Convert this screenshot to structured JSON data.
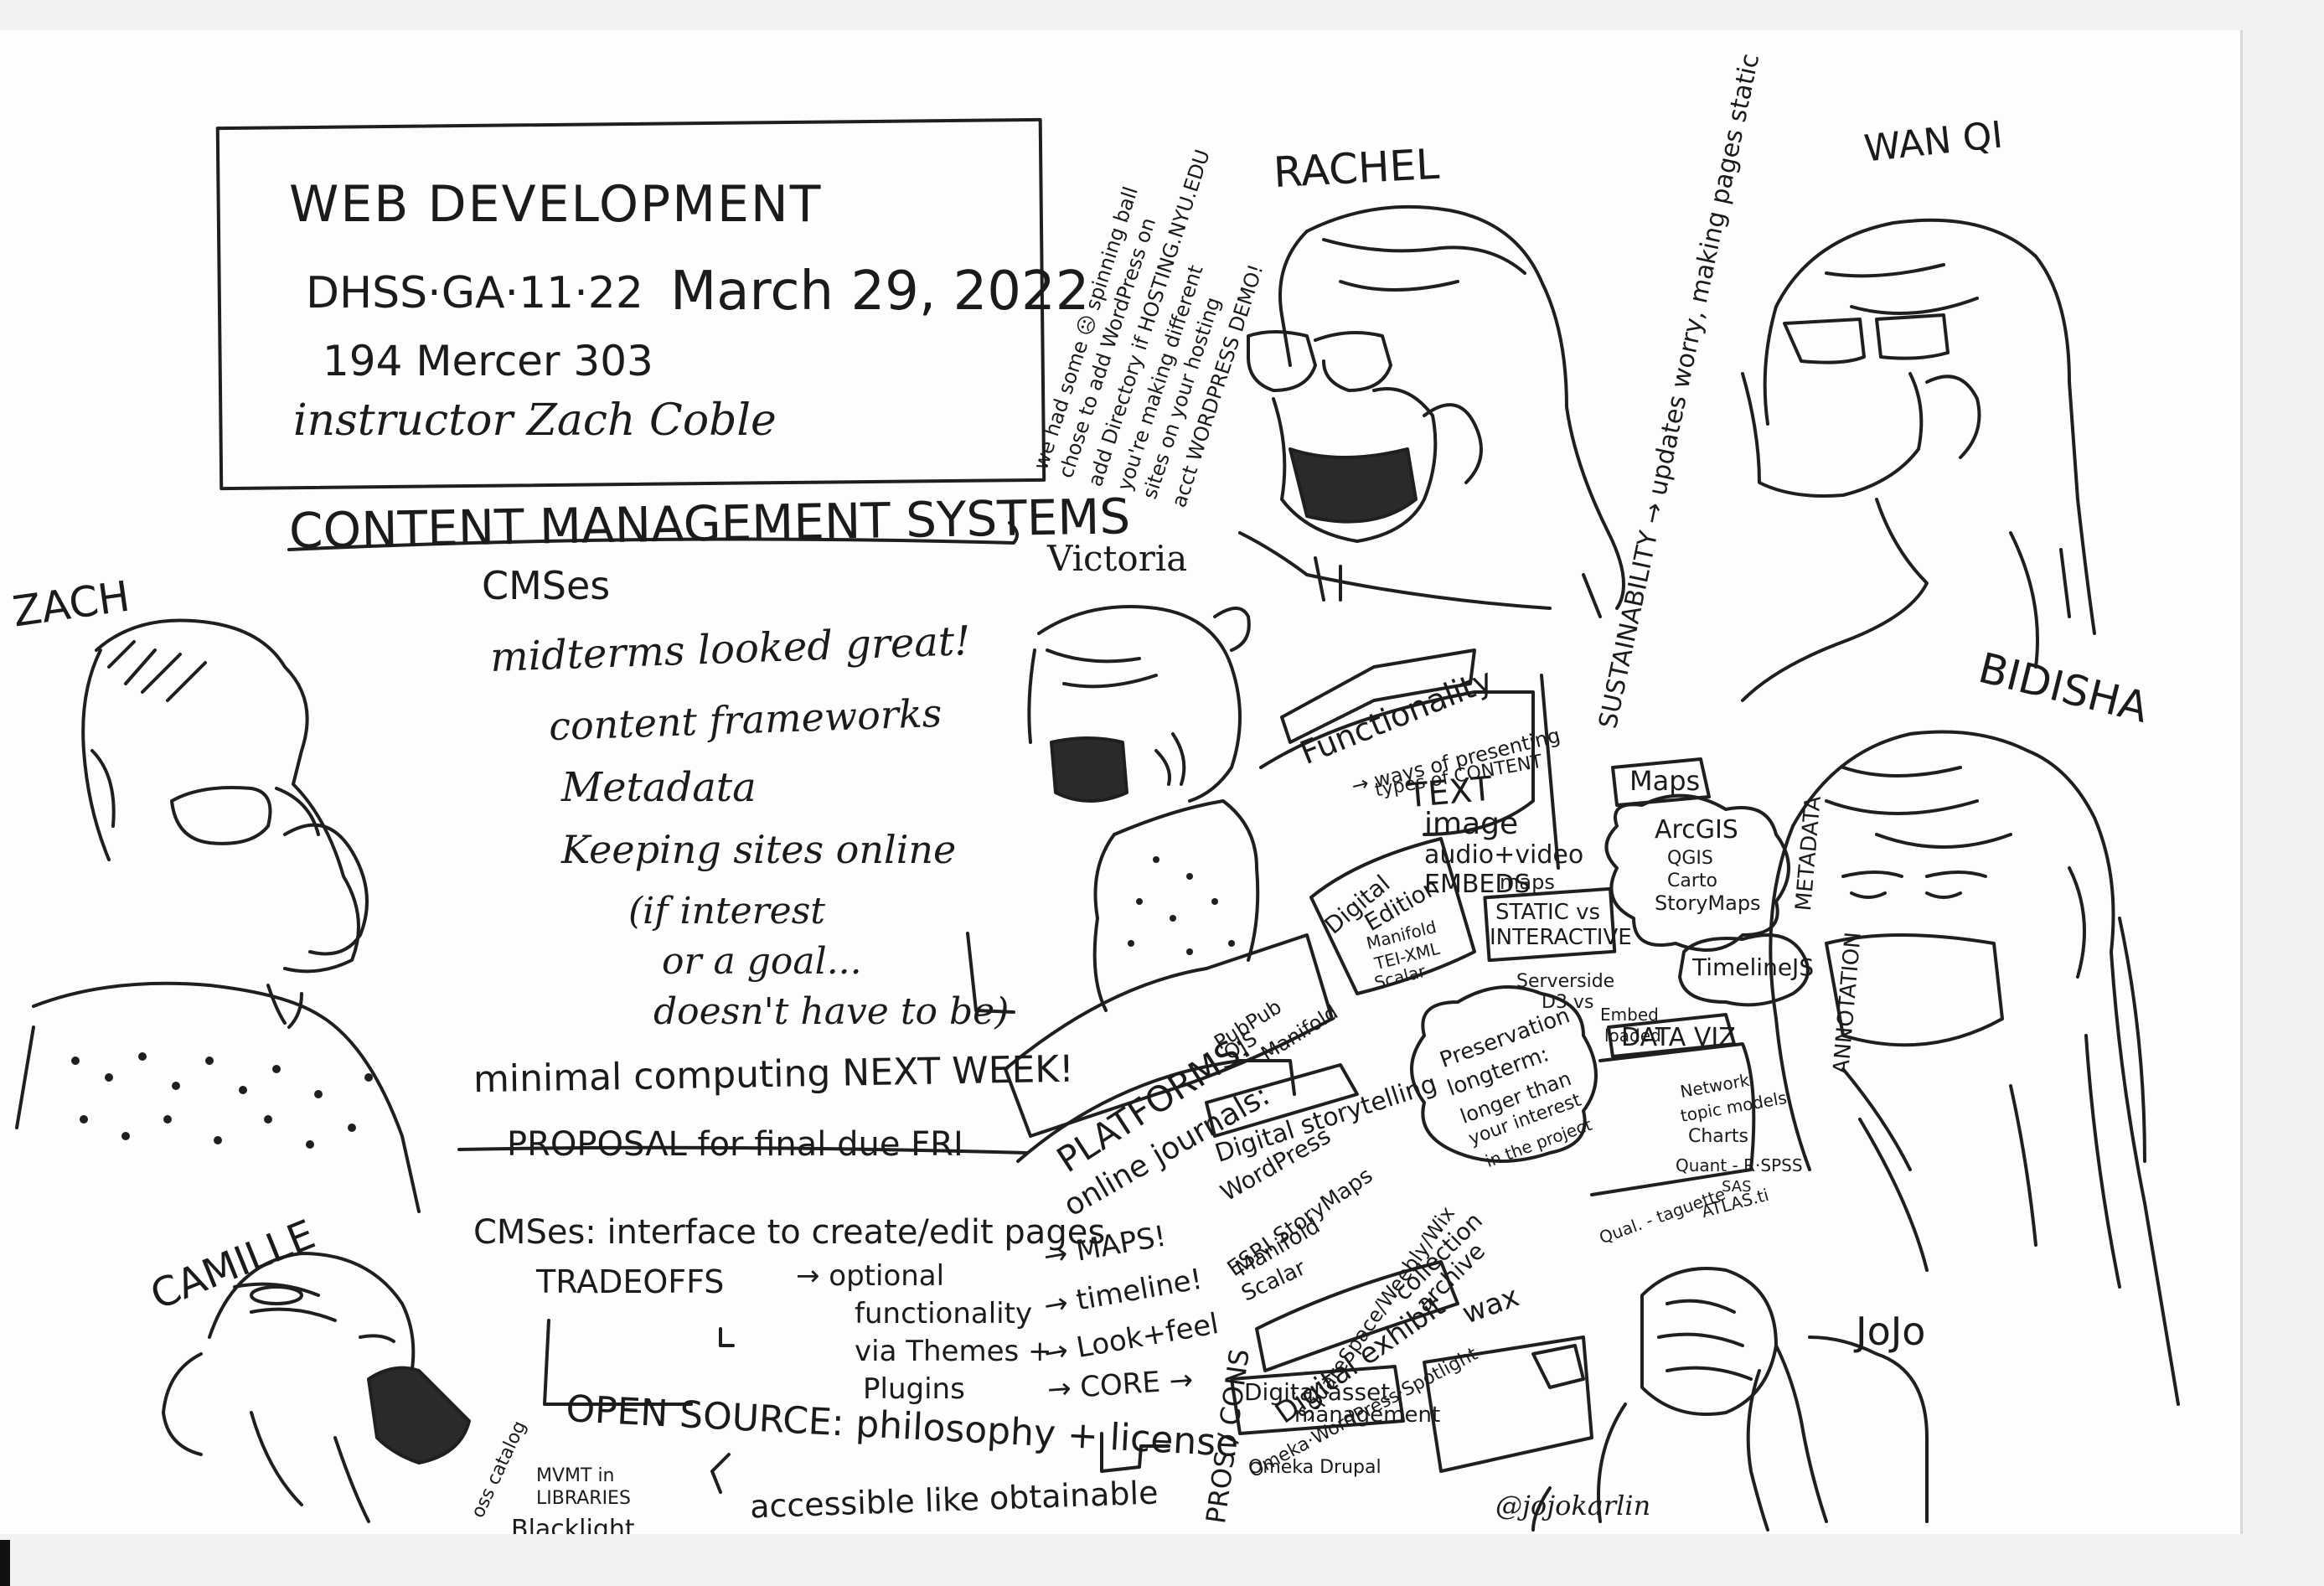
{
  "header": {
    "title": "WEB DEVELOPMENT",
    "course": "DHSS·GA·11·22",
    "date": "March 29, 2022",
    "room": "194 Mercer 303",
    "instructor": "instructor Zach Coble"
  },
  "people": {
    "zach": "ZACH",
    "rachel": "RACHEL",
    "wanqi": "WAN QI",
    "victoria": "Victoria",
    "bidisha": "BIDISHA",
    "camille": "CAMILLE",
    "jojo": "JoJo"
  },
  "notes": {
    "section_title": "CONTENT MANAGEMENT SYSTEMS",
    "cmses": "CMSes",
    "lines": [
      "midterms looked great!",
      "content frameworks",
      "Metadata",
      "Keeping sites online",
      "(if interest",
      "or a goal...",
      "doesn't have to be)",
      "minimal computing NEXT WEEK!",
      "PROPOSAL for final due FRI"
    ],
    "interface_line": "CMSes: interface to create/edit pages",
    "tradeoffs": "TRADEOFFS",
    "optional": [
      "→ optional",
      "functionality",
      "via Themes +",
      "Plugins"
    ],
    "features": [
      "→ MAPS!",
      "→ timeline!",
      "→ Look+feel",
      "→ CORE →"
    ],
    "open_source": "OPEN SOURCE: philosophy + license",
    "accessible": "accessible like obtainable",
    "oss_movement": [
      "MVMT in",
      "LIBRARIES",
      "Blacklight"
    ],
    "oss_catalog": "oss catalog",
    "pros_cons": "PROS / CONS"
  },
  "spinning_note": [
    "we had some ☹ spinning ball",
    "chose to add WordPress on",
    "add Directory if HOSTING.NYU.EDU",
    "you're making different",
    "sites on your hosting",
    "acct  WORDPRESS DEMO!"
  ],
  "sustainability": "SUSTAINABILITY → updates worry, making pages static",
  "functionality": {
    "title": "Functionality",
    "sub": [
      "→ ways of presenting",
      "types of CONTENT"
    ],
    "types": [
      "TEXT",
      "image",
      "audio+video",
      "EMBEDS",
      "maps"
    ],
    "static": "STATIC vs",
    "interactive": "INTERACTIVE"
  },
  "maps_box": {
    "title": "Maps",
    "items": [
      "ArcGIS",
      "QGIS",
      "Carto",
      "StoryMaps"
    ]
  },
  "timeline": "TimelineJS",
  "metadata_label": "METADATA",
  "annotation_label": "ANNOTATION",
  "serverside": [
    "Serverside",
    "D3 vs",
    "Embed",
    "loaded"
  ],
  "digital_edition": {
    "title": [
      "Digital",
      "Edition"
    ],
    "items": [
      "Manifold",
      "TEI-XML",
      "Scalar"
    ]
  },
  "platforms": {
    "title": "PLATFORMS:",
    "journals": "online journals:",
    "items": [
      "PubPub",
      "OJS",
      "Manifold"
    ]
  },
  "storytelling": {
    "title": "Digital storytelling",
    "items": [
      "WordPress",
      "ESRI StoryMaps",
      "Manifold",
      "Scalar",
      "SquareSpace/Weebly/Wix"
    ]
  },
  "exhibit": {
    "title": "Digital exhibit",
    "items": [
      "collection",
      "archive"
    ],
    "tools": "Omeka·WordPress·Spotlight",
    "wax": "wax"
  },
  "preservation": [
    "Preservation",
    "longterm:",
    "longer than",
    "your interest",
    "in the project"
  ],
  "data_viz": {
    "title": "DATA VIZ",
    "items": [
      "Network",
      "topic models",
      "Charts",
      "Quant - R·SPSS",
      "SAS",
      "Qual. - taguette",
      "ATLAS.ti"
    ]
  },
  "asset_management": {
    "title": [
      "Digital asset",
      "management"
    ],
    "tools": "Omeka Drupal"
  },
  "signature": "@jojokarlin"
}
